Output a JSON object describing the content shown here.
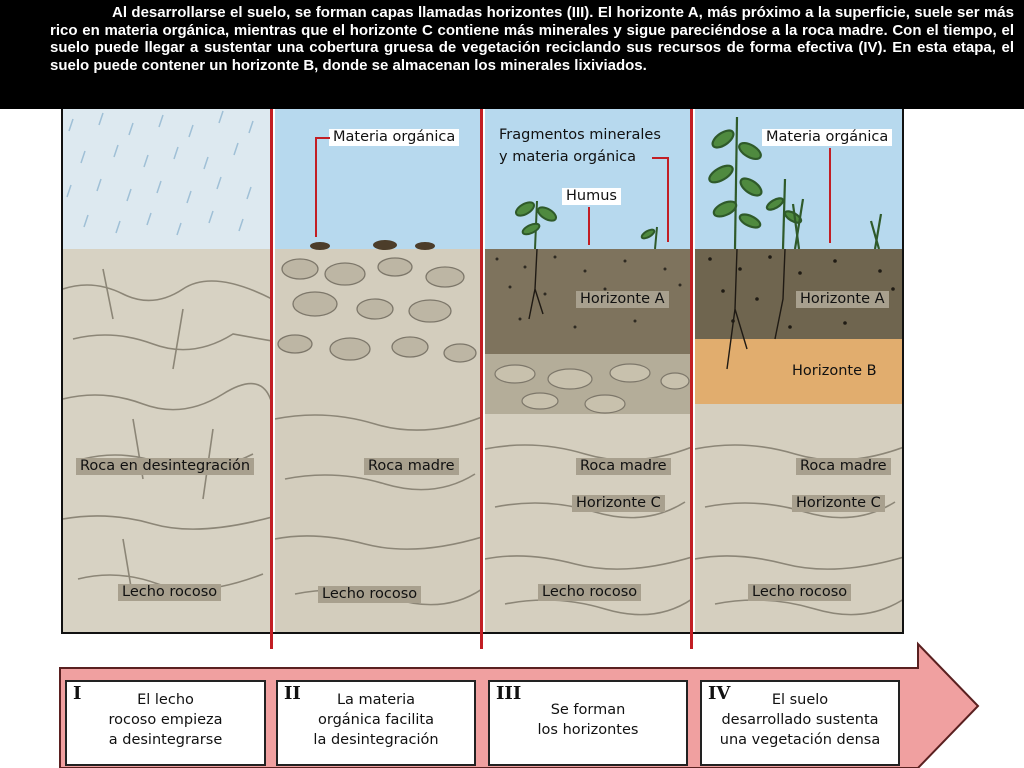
{
  "header": {
    "text": "Al desarrollarse el suelo, se forman capas llamadas horizontes (III). El horizonte A, más próximo a la superficie, suele ser más rico en materia orgánica, mientras que el horizonte C contiene más minerales y sigue pareciéndose a la roca madre. Con el tiempo, el suelo puede llegar a sustentar una cobertura gruesa de vegetación reciclando sus recursos de forma efectiva (IV). En esta etapa, el suelo puede contener un horizonte B, donde se almacenan los minerales lixiviados."
  },
  "panels": [
    {
      "labels": {
        "rock": "Roca en desintegración",
        "bedrock": "Lecho rocoso"
      }
    },
    {
      "labels": {
        "organic": "Materia orgánica",
        "parent": "Roca madre",
        "bedrock": "Lecho rocoso"
      }
    },
    {
      "labels": {
        "fragments_1": "Fragmentos minerales",
        "fragments_2": "y materia orgánica",
        "humus": "Humus",
        "horizon_a": "Horizonte A",
        "parent": "Roca madre",
        "horizon_c": "Horizonte C",
        "bedrock": "Lecho rocoso"
      }
    },
    {
      "labels": {
        "organic": "Materia orgánica",
        "horizon_a": "Horizonte A",
        "horizon_b": "Horizonte B",
        "parent": "Roca madre",
        "horizon_c": "Horizonte C",
        "bedrock": "Lecho rocoso"
      }
    }
  ],
  "stages": [
    {
      "numeral": "I",
      "text": "El lecho\nrocoso empieza\na desintegrarse"
    },
    {
      "numeral": "II",
      "text": "La materia\norgánica facilita\nla desintegración"
    },
    {
      "numeral": "III",
      "text": "Se forman\nlos horizontes"
    },
    {
      "numeral": "IV",
      "text": "El suelo\ndesarrollado sustenta\nuna vegetación densa"
    }
  ],
  "colors": {
    "header_bg": "#000000",
    "sky_rain": "#d9e7ef",
    "sky_clear": "#b7d9ee",
    "rock": "#d7d2c3",
    "horizon_a": "#7e735d",
    "horizon_b": "#e1ad6e",
    "divider": "#c21e24",
    "arrow": "#f0a0a0"
  }
}
